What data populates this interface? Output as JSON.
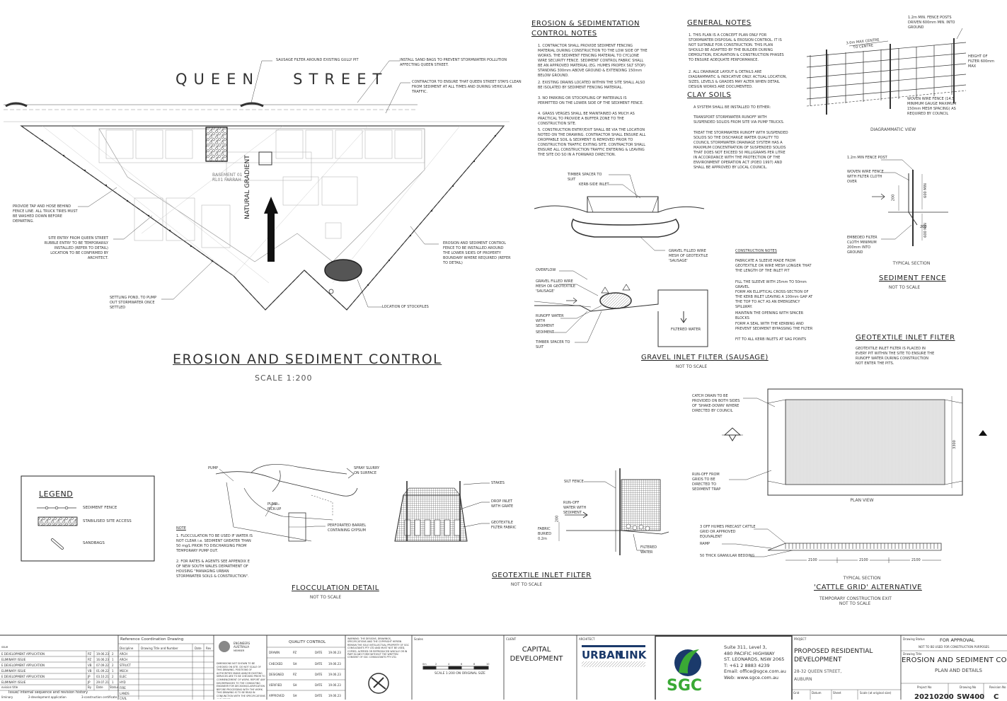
{
  "site_plan": {
    "street_name": "QUEEN   STREET",
    "title": "EROSION AND SEDIMENT CONTROL",
    "scale": "SCALE 1:200",
    "gradient_label": "NATURAL GRADIENT",
    "basement_label": "BASEMENT 01\nRL01 FARRAH",
    "callouts": {
      "sausage_filter": "SAUSAGE FILTER AROUND EXISTING GULLY PIT",
      "sand_bags": "INSTALL SAND BAGS TO PREVENT STORMWATER POLLUTION AFFECTING QUEEN STREET.",
      "contractor": "CONTRACTOR TO ENSURE THAT QUEEN STREET STAYS CLEAN FROM SEDIMENT AT ALL TIMES AND DURING VEHICULAR TRAFFIC.",
      "tap_hose": "PROVIDE TAP AND HOSE BEHIND FENCE LINE. ALL TRUCK TIRES MUST BE WASHED DOWN BEFORE DEPARTING.",
      "site_entry": "SITE ENTRY FROM QUEEN STREET RUBBLE ENTRY TO BE TEMPORARILY INSTALLED (REFER TO DETAIL) LOCATION TO BE CONFIRMED BY ARCHITECT.",
      "fence": "EROSION AND SEDIMENT CONTROL FENCE TO BE INSTALLED AROUND THE LOWER SIDES OF PROPERTY BOUNDARY WHERE REQUIRED (REFER TO DETAIL)",
      "settling_pond": "SETTLING POND, TO PUMP OUT STORMWATER ONCE SETTLED",
      "stockpiles": "LOCATION OF STOCKPILES"
    }
  },
  "esc_notes": {
    "title": "EROSION & SEDIMENTATION CONTROL NOTES",
    "items": [
      "1.  CONTRACTOR SHALL PROVIDE SEDIMENT FENCING MATERIAL DURING CONSTRUCTION TO THE LOW SIDE OF THE WORKS. THE SEDIMENT FENCING MATERIAL TO CYCLONE WIRE SECURITY FENCE. SEDIMENT CONTROL FABRIC SHALL BE AN APPROVED MATERIAL (EG. HUMES PROPEX SILT STOP) STANDING 300mm ABOVE GROUND & EXTENDING 150mm BELOW GROUND.",
      "2.  EXISTING DRAINS LOCATED WITHIN THE SITE SHALL ALSO BE ISOLATED BY SEDIMENT FENCING MATERIAL.",
      "3.  NO PARKING OR STOCKPILING OF MATERIALS IS PERMITTED ON THE LOWER SIDE OF THE SEDIMENT FENCE.",
      "4.  GRASS VERGES SHALL BE MAINTAINED AS MUCH AS PRACTICAL TO PROVIDE A BUFFER ZONE TO THE CONSTRUCTION SITE.",
      "5.  CONSTRUCTION ENTRY/EXIT SHALL BE VIA THE LOCATION NOTED ON THE DRAWING. CONTRACTOR SHALL ENSURE ALL DROPPABLE SOIL & SEDIMENT IS REMOVED PRIOR TO CONSTRUCTION TRAFFIC EXITING SITE. CONTRACTOR SHALL ENSURE ALL CONSTRUCTION TRAFFIC ENTERING & LEAVING THE SITE DO SO IN A FORWARD DIRECTION."
    ]
  },
  "general_notes": {
    "title": "GENERAL NOTES",
    "items": [
      "1.  THIS PLAN IS A CONCEPT PLAN ONLY FOR STORMWATER DISPOSAL & EROSION CONTROL. IT IS NOT SUITABLE FOR CONSTRUCTION. THIS PLAN SHOULD BE ADAPTED BY THE BUILDER DURING DEMOLITION, EXCAVATION & CONSTRUCTION PHASES TO ENSURE ADEQUATE PERFORMANCE.",
      "2.  ALL DRAINAGE LAYOUT & DETAILS ARE DIAGRAMMATIC & INDICATIVE ONLY. ACTUAL LOCATION, SIZES, LEVELS & GRADES MAY ALTER WHEN DETAIL DESIGN WORKS ARE DOCUMENTED."
    ]
  },
  "clay_soils": {
    "title": "CLAY SOILS",
    "intro": "A SYSTEM SHALL BE INSTALLED TO EITHER:",
    "items": [
      "TRANSPORT STORMWATER RUNOFF WITH SUSPENDED SOLIDS FROM SITE VIA PUMP TRUCKS.",
      "TREAT THE STORMWATER RUNOFF WITH SUSPENDED SOLIDS SO THE DISCHARGE WATER QUALITY TO COUNCIL STORMWATER DRAINAGE SYSTEM HAS A MAXIMUM CONCENTRATION OF SUSPENDED SOLIDS THAT DOES NOT EXCEED 50 MILLIGRAMS PER LITRE IN ACCORDANCE WITH THE PROTECTION OF THE ENVIRONMENT OPERATION ACT (POEO 1997) AND SHALL BE APPROVED BY LOCAL COUNCIL."
    ]
  },
  "sediment_fence": {
    "title": "SEDIMENT FENCE",
    "scale": "NOT TO SCALE",
    "diagrammatic": "DIAGRAMMATIC VIEW",
    "typical": "TYPICAL SECTION",
    "labels": {
      "posts": "1.2m MIN. FENCE POSTS DRIVEN 600mm MIN. INTO GROUND",
      "spacing": "3.0m MAX CENTRE TO CENTRE",
      "height": "HEIGHT OF FILTER 600mm MAX",
      "woven": "WOVEN WIRE FENCE (14.5 MINIMUM GAUGE MAXIMUM 150mm MESH SPACING) AS REQUIRED BY COUNCIL",
      "post": "1.2m MIN FENCE POST",
      "woven2": "WOVEN WIRE FENCE WITH FILTER CLOTH OVER",
      "embedded": "EMBEDED FILTER CLOTH MINIMUM 200mm INTO GROUND",
      "d200": "200",
      "d600": "600 MIN",
      "d200b": "200",
      "d600b": "600 MIN"
    }
  },
  "gravel_filter": {
    "title": "GRAVEL INLET FILTER (SAUSAGE)",
    "scale": "NOT TO SCALE",
    "labels": {
      "timber": "TIMBER SPACER TO SUIT",
      "kerb": "KERB-SIDE INLET",
      "gravel_mesh": "GRAVEL FILLED WIRE MESH OF GEOTEXTILE 'SAUSAGE'",
      "overflow": "OVERFLOW",
      "gravel_mesh2": "GRAVEL FILLED WIRE MESH OR GEOTEXTILE 'SAUSAGE'",
      "runoff": "RUNOFF WATER WITH SEDIMENT",
      "sediment": "SEDIMENT",
      "timber2": "TIMBER SPACER TO SUIT",
      "filtered": "FILTERED WATER"
    },
    "construction_title": "CONSTRUCTION NOTES",
    "construction_items": [
      "FABRICATE A SLEEVE MADE FROM GEOTEXTILE OR WIRE MESH LONGER THAT THE LENGTH OF THE INLET PIT",
      "FILL THE SLEEVE WITH 25mm TO 50mm GRAVEL",
      "FORM AN ELLIPTICAL CROSS-SECTION OF THE KERB INLET LEAVING A 100mm GAP AT THE TOP TO ACT AS AN EMERGENCY SPILLWAY.",
      "MAINTAIN THE OPENING WITH SPACER BLOCKS",
      "FORM A SEAL WITH THE KERBING AND PREVENT SEDIMENT BYPASSING THE FILTER",
      "FIT TO ALL KERB INLETS AT SAG POINTS"
    ]
  },
  "geo_filter_top": {
    "title": "GEOTEXTILE INLET FILTER",
    "note": "GEOTEXTILE INLET FILTER IS PLACED IN EVERY PIT WITHIN THE SITE TO ENSURE THE RUNOFF WATER DURING CONSTRUCTION NOT ENTER THE PITS."
  },
  "cattle_grid": {
    "title": "'CATTLE GRID' ALTERNATIVE",
    "subtitle": "TEMPORARY CONSTRUCTION EXIT",
    "scale": "NOT TO SCALE",
    "plan_view": "PLAN VIEW",
    "typical": "TYPICAL SECTION",
    "labels": {
      "catch_drain": "CATCH DRAIN TO BE PROVIDED ON BOTH SIDES OF 'SHAKE-DOWN' WHERE DIRECTED BY COUNCIL",
      "runoff": "RUN-OFF FROM GRIDS TO BE DIRECTED TO SEDIMENT TRAP",
      "humes": "3 OFF HUMES PRECAST CATTLE GRID OR APPROVED EQUIVALENT",
      "ramp": "RAMP",
      "bedding": "50 THICK GRANULAR BEDDING",
      "dim1": "2100",
      "dim2": "2100",
      "dim3": "2100",
      "dim_v": "3300"
    }
  },
  "legend": {
    "title": "LEGEND",
    "items": [
      "SEDIMENT FENCE",
      "STABILISED SITE ACCESS",
      "SANDBAGS"
    ]
  },
  "flocculation": {
    "title": "FLOCCULATION DETAIL",
    "scale": "NOT TO SCALE",
    "labels": {
      "pump": "PUMP",
      "spray": "SPRAY SLURRY ON SURFACE",
      "pickup": "PUMP PICK-UP",
      "barrel": "PERFORATED BARREL CONTAINING GYPSUM"
    },
    "note_title": "NOTE",
    "notes": [
      "1.  FLOCCULATION TO BE USED IF WATER IS NOT CLEAR i.e. SEDIMENT GREATER THAN 50 mg/L PRIOR TO DISCHARGING FROM TEMPORARY PUMP OUT.",
      "2.  FOR RATES & AGENTS SEE APPENDIX E OF NEW SOUTH WALES DEPARTMENT OF HOUSING \"MANAGING URBAN STORMWATER SOILS & CONSTRUCTION\"."
    ]
  },
  "geo_filter_bottom": {
    "title": "GEOTEXTILE INLET FILTER",
    "scale": "NOT TO SCALE",
    "labels": {
      "stakes": "STAKES",
      "drop_inlet": "DROP INLET WITH GRATE",
      "fabric": "GEOTEXTILE FILTER FABRIC",
      "silt": "SILT FENCE",
      "runoff": "RUN-OFF WATER WITH SEDIMENT",
      "buried": "FABRIC BURIED 0.2m",
      "filtered": "FILTERED WATER",
      "d200": "200"
    }
  },
  "title_block": {
    "issues": [
      {
        "desc": "E DEVELOPMENT APPLICATION",
        "by": "PZ",
        "date": "19.06.23",
        "rev": "2"
      },
      {
        "desc": "ELIMINARY ISSUE",
        "by": "PZ",
        "date": "16.06.23",
        "rev": "1"
      },
      {
        "desc": "E DEVELOPMENT APPLICATION",
        "by": "VB",
        "date": "07.09.22",
        "rev": "2"
      },
      {
        "desc": "ELIMINARY ISSUE",
        "by": "VB",
        "date": "01.09.22",
        "rev": "1"
      },
      {
        "desc": "E DEVELOPMENT APPLICATION",
        "by": "JP",
        "date": "03.10.21",
        "rev": "2"
      },
      {
        "desc": "ELIMINARY ISSUE",
        "by": "JP",
        "date": "29.07.21",
        "rev": "1"
      }
    ],
    "revision_header": "ssue",
    "revision_cols": [
      "evision title",
      "By",
      "Date",
      "Status"
    ],
    "issue_sequence": "Issue/ internal sequence and revision history",
    "issue_footer": [
      "liminary",
      "2-development application",
      "3-construction certificate"
    ],
    "ref_title": "Reference Coordination Drawing",
    "ref_cols": [
      "Discipline",
      "Drawing Title and Number",
      "Date",
      "Rev"
    ],
    "disciplines": [
      "ARCH",
      "ARCH",
      "STRUCT",
      "MECH",
      "ELEC",
      "HYD",
      "FIRE",
      "LANDS",
      "CIVIL"
    ],
    "engineers": "ENGINEERS AUSTRALIA",
    "engineers_sub": "MEMBER",
    "dims_note": "DIMENSIONS NOT SHOWN TO BE CHECKED ON SITE. DO NOT SCALE OF THIS DRAWING. POSITIONS OF AUTHORITIES MAINS AND/OR EXISTING SERVICES ARE TO BE CHECKED PRIOR TO COMMENCEMENT OF WORK. REPORT ANY DISCREPANCIES TO THE CONSULTING ENGINEER FOR DECISION/CLARIFICATION BEFORE PROCEEDING WITH THE WORK. THIS DRAWING IS TO BE READ IN CONJUNCTION WITH THE SPECIFICATIONS AND OTHER",
    "qc_title": "QUALITY CONTROL",
    "qc_rows": [
      {
        "role": "DRAWN",
        "who": "PZ",
        "date": "19.06.23"
      },
      {
        "role": "CHECKED",
        "who": "SH",
        "date": "19.06.23"
      },
      {
        "role": "DESIGNED",
        "who": "PZ",
        "date": "19.06.23"
      },
      {
        "role": "VERIFIED",
        "who": "SH",
        "date": "19.06.23"
      },
      {
        "role": "APPROVED",
        "who": "SH",
        "date": "19.06.23"
      }
    ],
    "date_label": "DATE",
    "warning": "WARNING: THE DESIGNS, DRAWINGS, SPECIFICATIONS AND THE COPYRIGHT HEREIN REMAIN THE SOLE INTELLECTUAL PROPERTY OF SGC CONSULTANTS PTY LTD AND MUST NOT BE USED, COPIED, ALTERED OR REPRODUCED WHOLLY OR IN PART IN ANY FORM WITHOUT THE WRITTEN CONSENT OF SGC CONSULTANTS PTY LTD.",
    "scales_label": "Scales",
    "scale_bar_text": "SCALE 1:200 ON ORIGINAL SIZE",
    "scale_ticks": [
      "0m",
      "2",
      "4",
      "6",
      "8",
      "10"
    ],
    "client_label": "CLIENT",
    "client": "CAPITAL\nDEVELOPMENT",
    "architect_label": "ARCHITECT",
    "architect": "URBAN",
    "architect2": "LINK",
    "sgc_address": "Suite 311, Level 3,\n480 PACIFIC HIGHWAY\nST. LEONARDS, NSW 2065\nT: +61 2 8883 4239\nEmail: office@sgce.com.au\nWeb: www.sgce.com.au",
    "sgc_logo": "SGC",
    "project_label": "PROJECT",
    "project": "PROPOSED RESIDENTIAL\nDEVELOPMENT",
    "project_addr": "28-32 QUEEN STREET,\nAUBURN",
    "grid_labels": [
      "Grid",
      "Datum",
      "Sheet",
      "Scale (at original size)"
    ],
    "status_label": "Drawing Status",
    "status": "FOR APPROVAL",
    "status_note": "NOT TO BE USED FOR CONSTRUCTION PURPOSES",
    "drawing_title_label": "Drawing Title",
    "drawing_title": "EROSION AND SEDIMENT CONTROL",
    "drawing_subtitle": "PLAN AND DETAILS",
    "project_no_label": "Project No",
    "drawing_no_label": "Drawing No",
    "revision_no_label": "Revision No",
    "project_no": "20210200",
    "drawing_no": "SW400",
    "revision_no": "C"
  },
  "colors": {
    "ink": "#222222",
    "line": "#555555",
    "light": "#9a9a9a",
    "green": "#3aa935",
    "navy": "#1b3a6b"
  }
}
